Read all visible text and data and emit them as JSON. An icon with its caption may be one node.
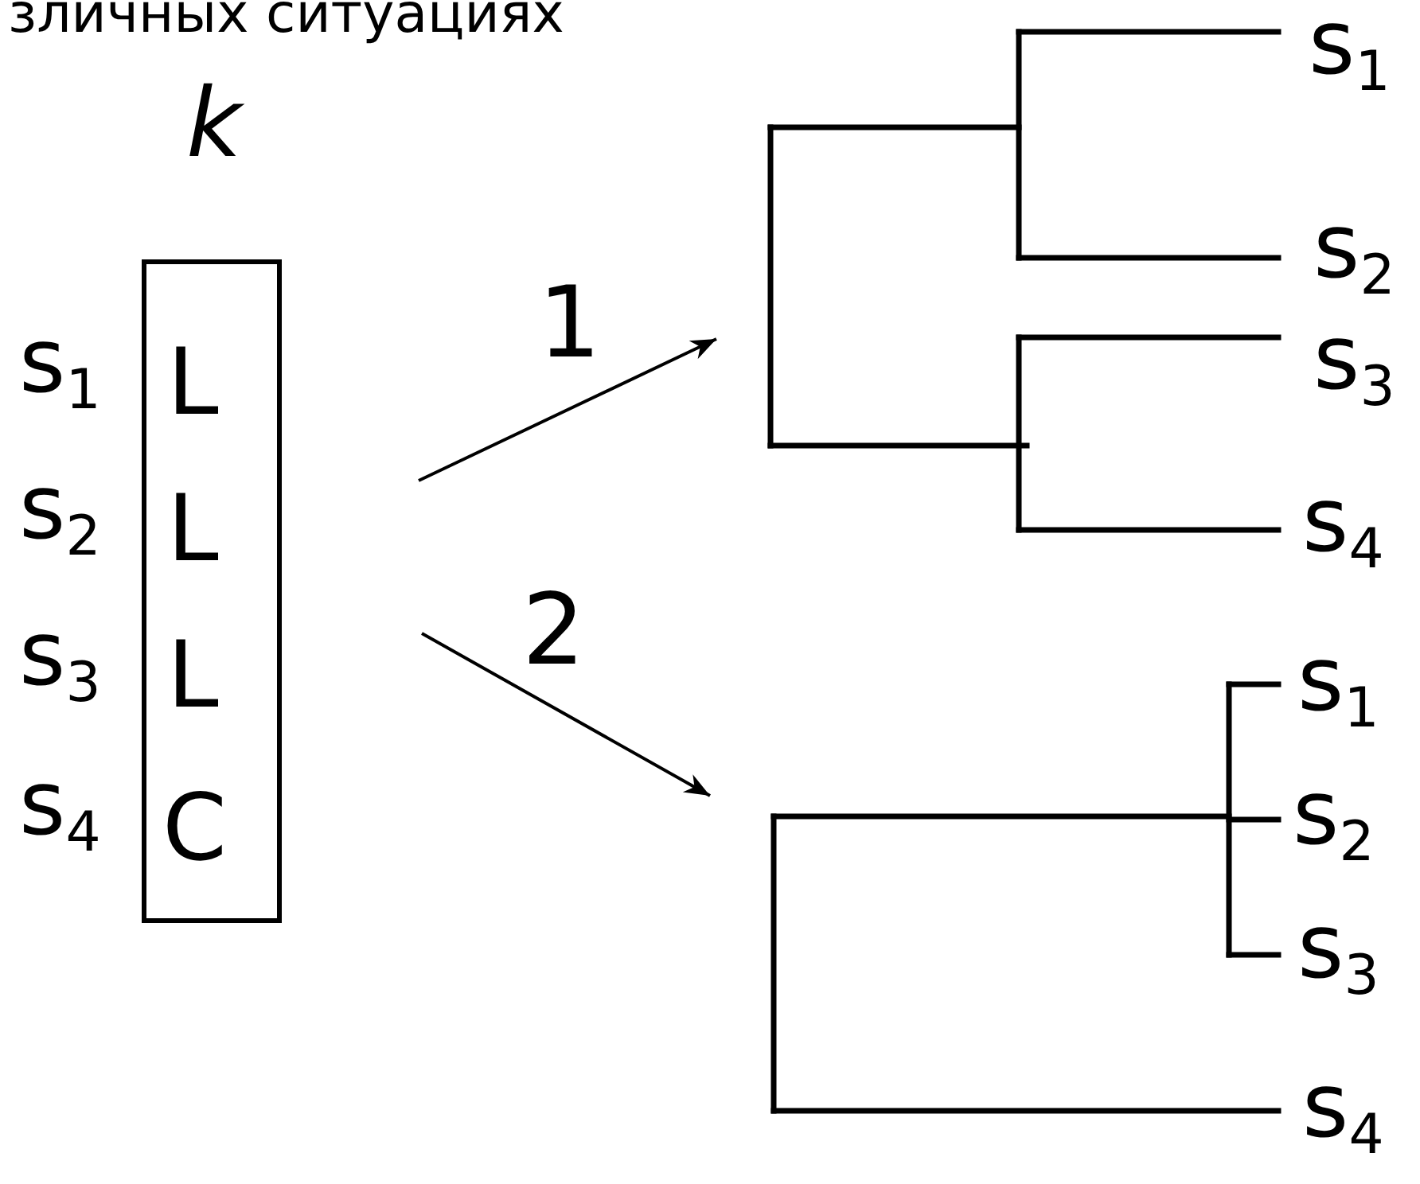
{
  "diagram": {
    "nodes": [
      {
        "text": [],
        "shape": "box"
      },
      {
        "text": [
          "L"
        ],
        "in": 0
      },
      {
        "text": [
          "L"
        ],
        "in": 0
      },
      {
        "text": [
          "L"
        ],
        "in": 0
      },
      {
        "text": [
          "C"
        ],
        "in": 0
      },
      {
        "text": [],
        "shape": "tree",
        "beside": [
          "s$_{1}$",
          "s$_{2}$",
          "s$_{3}$",
          "s$_{4}$"
        ]
      },
      {
        "text": [],
        "shape": "tree",
        "beside": [
          "s$_{1}$",
          "s$_{2}$",
          "s$_{3}$",
          "s$_{4}$"
        ]
      }
    ],
    "edges": [
      {
        "from": null,
        "to": 5,
        "arrow": "to",
        "label": "1"
      },
      {
        "from": null,
        "to": 6,
        "arrow": "to",
        "label": "2"
      }
    ],
    "labels": [
      "зличных ситуациях",
      "k",
      "s$_{1}$",
      "s$_{2}$",
      "s$_{3}$",
      "s$_{4}$"
    ]
  }
}
